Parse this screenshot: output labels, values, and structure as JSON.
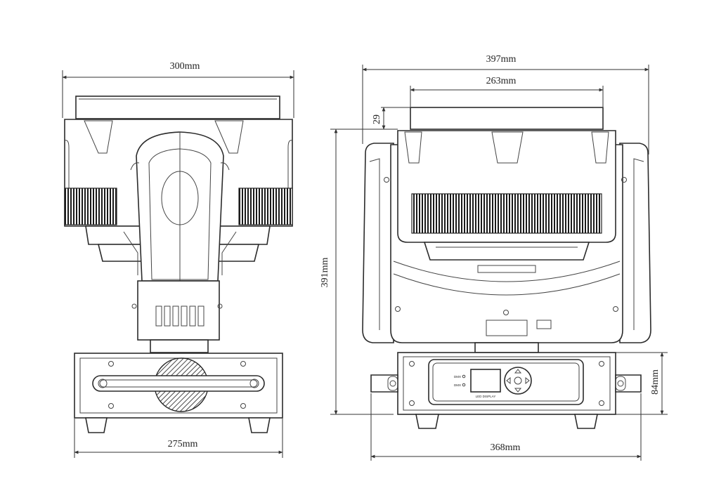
{
  "dimensions": {
    "front_top_width": "300mm",
    "front_base_width": "275mm",
    "side_total_width": "397mm",
    "side_handle_width": "263mm",
    "side_handle_offset": "29",
    "side_height": "391mm",
    "side_base_height": "84mm",
    "side_base_width": "368mm"
  },
  "panel": {
    "label_1": "DMX",
    "label_2": "DMX",
    "display_label": "LED DISPLAY"
  }
}
